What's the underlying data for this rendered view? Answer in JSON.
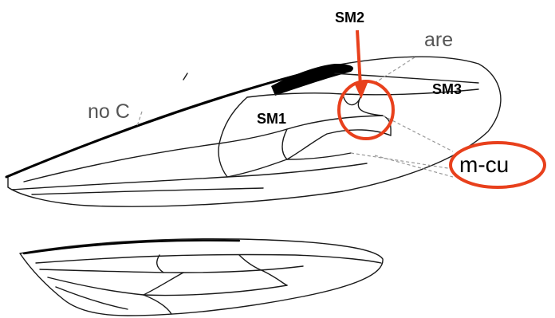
{
  "labels": {
    "sm2": "SM2",
    "are": "are",
    "sm3": "SM3",
    "no_c": "no C",
    "sm1": "SM1",
    "m_cu": "m-cu"
  },
  "colors": {
    "annotation": "#e8401c",
    "vein": "#1a1a1a",
    "background": "#ffffff"
  }
}
